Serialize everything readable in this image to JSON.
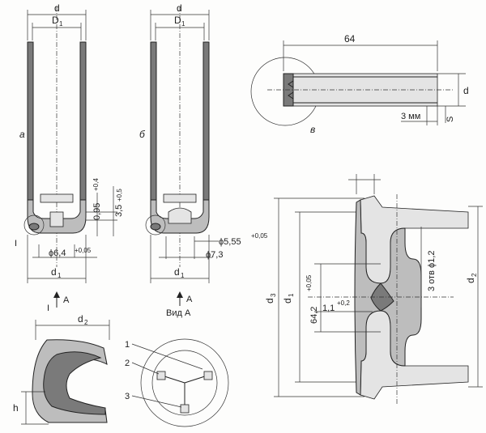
{
  "labels": {
    "d_top_a": "d",
    "D1_a": "D",
    "D1_a_sub": "1",
    "d_top_b": "d",
    "D1_b": "D",
    "D1_b_sub": "1",
    "fig_a": "а",
    "fig_b": "б",
    "fig_v": "в",
    "dim_095": "0,95",
    "dim_095_tol": "+0,4",
    "dim_35": "3,5",
    "dim_35_tol": "+0,5",
    "dim_64_phi": "ϕ6,4",
    "dim_64_tol": "+0,05",
    "dim_555": "ϕ5,55",
    "dim_555_tol": "+0,05",
    "dim_73": "ϕ7,3",
    "d1_a": "d",
    "d1_a_sub": "1",
    "d1_b": "d",
    "d1_b_sub": "1",
    "roman_I_left": "I",
    "roman_I_arrow": "I",
    "arrow_A_a": "A",
    "arrow_A_b": "A",
    "vid_A": "Вид А",
    "dim_64_len": "64",
    "dim_d_v": "d",
    "dim_3mm": "3 мм",
    "dim_S": "S",
    "d2_detail": "d",
    "d2_detail_sub": "2",
    "h_detail": "h",
    "num_1": "1",
    "num_2": "2",
    "num_3": "3",
    "d3": "d",
    "d3_sub": "3",
    "d1_big": "d",
    "d1_big_sub": "1",
    "d2_big": "d",
    "d2_big_sub": "2",
    "dim_642": "64,2",
    "dim_642_tol": "+0,05",
    "dim_11": "1,1",
    "dim_11_tol": "+0,2",
    "holes": "3 отв ϕ1,2"
  }
}
